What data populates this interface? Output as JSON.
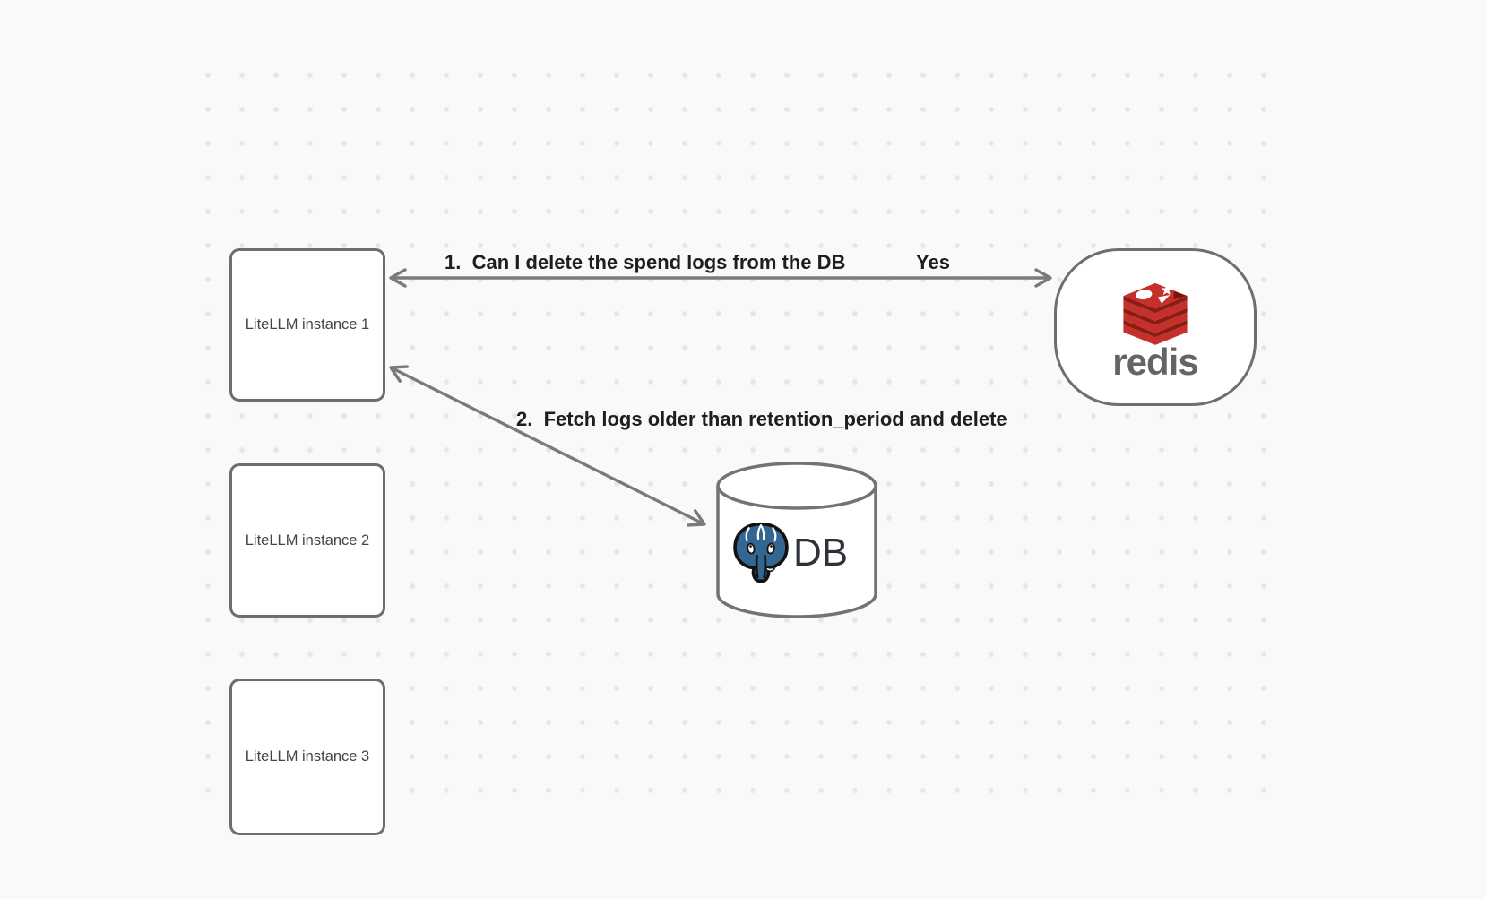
{
  "canvas": {
    "background": "#f9f9f9",
    "dot_color": "#e6e6e6"
  },
  "nodes": {
    "instance1": {
      "label": "LiteLLM instance 1"
    },
    "instance2": {
      "label": "LiteLLM instance 2"
    },
    "instance3": {
      "label": "LiteLLM instance 3"
    },
    "redis": {
      "wordmark": "redis",
      "icon": "redis-logo-icon",
      "accent": "#c6302b"
    },
    "db": {
      "label": "DB",
      "icon": "postgresql-elephant-icon",
      "accent": "#336791"
    }
  },
  "edges": {
    "edge1": {
      "label": "1.  Can I delete the spend logs from the DB",
      "reply": "Yes"
    },
    "edge2": {
      "label": "2.  Fetch logs older than retention_period and delete"
    }
  },
  "colors": {
    "node_border": "#6e6e6e",
    "arrow": "#7a7a7a",
    "label_text": "#1e1e20",
    "node_text": "#40454b"
  }
}
